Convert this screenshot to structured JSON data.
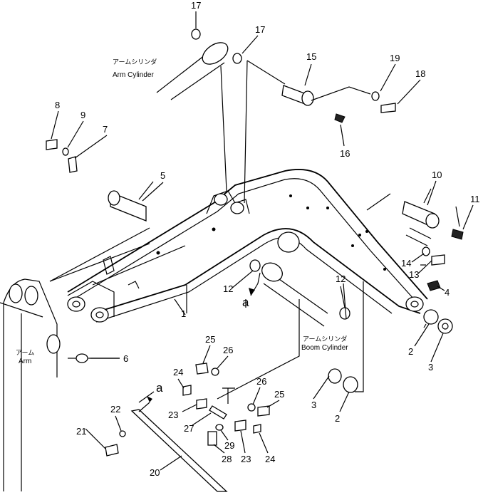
{
  "callouts": {
    "arm_cylinder_top": {
      "jp": "アームシリンダ",
      "en": "Arm Cylinder"
    },
    "boom_cylinder": {
      "jp": "アームシリンダ",
      "en": "Boom Cylinder"
    },
    "arm": {
      "jp": "アーム",
      "en": "Arm"
    }
  },
  "view_label": "a",
  "parts": [
    {
      "id": "p17a",
      "label": "17"
    },
    {
      "id": "p17b",
      "label": "17"
    },
    {
      "id": "p15",
      "label": "15"
    },
    {
      "id": "p19",
      "label": "19"
    },
    {
      "id": "p18",
      "label": "18"
    },
    {
      "id": "p16",
      "label": "16"
    },
    {
      "id": "p8",
      "label": "8"
    },
    {
      "id": "p9",
      "label": "9"
    },
    {
      "id": "p7",
      "label": "7"
    },
    {
      "id": "p5",
      "label": "5"
    },
    {
      "id": "p10",
      "label": "10"
    },
    {
      "id": "p11",
      "label": "11"
    },
    {
      "id": "p14",
      "label": "14"
    },
    {
      "id": "p13",
      "label": "13"
    },
    {
      "id": "p4",
      "label": "4"
    },
    {
      "id": "p12a",
      "label": "12"
    },
    {
      "id": "p12b",
      "label": "12"
    },
    {
      "id": "p1",
      "label": "1"
    },
    {
      "id": "p6",
      "label": "6"
    },
    {
      "id": "p2a",
      "label": "2"
    },
    {
      "id": "p3a",
      "label": "3"
    },
    {
      "id": "p25a",
      "label": "25"
    },
    {
      "id": "p26a",
      "label": "26"
    },
    {
      "id": "p24a",
      "label": "24"
    },
    {
      "id": "p26b",
      "label": "26"
    },
    {
      "id": "p25b",
      "label": "25"
    },
    {
      "id": "p3b",
      "label": "3"
    },
    {
      "id": "p2b",
      "label": "2"
    },
    {
      "id": "p22",
      "label": "22"
    },
    {
      "id": "p23a",
      "label": "23"
    },
    {
      "id": "p27",
      "label": "27"
    },
    {
      "id": "p21",
      "label": "21"
    },
    {
      "id": "p29",
      "label": "29"
    },
    {
      "id": "p28",
      "label": "28"
    },
    {
      "id": "p23b",
      "label": "23"
    },
    {
      "id": "p24b",
      "label": "24"
    },
    {
      "id": "p20",
      "label": "20"
    }
  ]
}
